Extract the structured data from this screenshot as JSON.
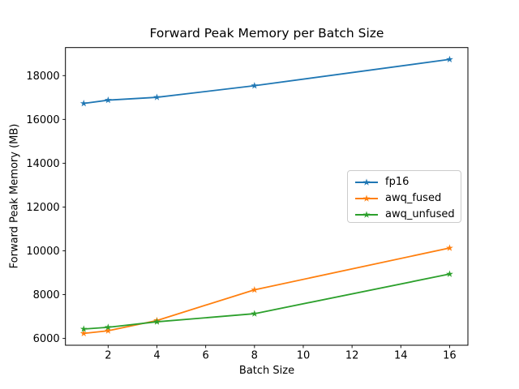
{
  "window": {
    "background": "#ffffff"
  },
  "chart_data": {
    "type": "line",
    "title": "Forward Peak Memory per Batch Size",
    "xlabel": "Batch Size",
    "ylabel": "Forward Peak Memory (MB)",
    "x": [
      1,
      2,
      4,
      8,
      16
    ],
    "series": [
      {
        "name": "fp16",
        "color": "#1f77b4",
        "values": [
          16730,
          16880,
          17010,
          17540,
          18740
        ]
      },
      {
        "name": "awq_fused",
        "color": "#ff7f0e",
        "values": [
          6230,
          6350,
          6820,
          8220,
          10130
        ]
      },
      {
        "name": "awq_unfused",
        "color": "#2ca02c",
        "values": [
          6430,
          6510,
          6760,
          7130,
          8940
        ]
      }
    ],
    "marker": "star",
    "xticks": [
      2,
      4,
      6,
      8,
      10,
      12,
      14,
      16
    ],
    "yticks": [
      6000,
      8000,
      10000,
      12000,
      14000,
      16000,
      18000
    ],
    "xlim": [
      0.25,
      16.75
    ],
    "ylim": [
      5690,
      19280
    ],
    "grid": false,
    "legend_position": "center right",
    "axis_color": "#000000"
  }
}
